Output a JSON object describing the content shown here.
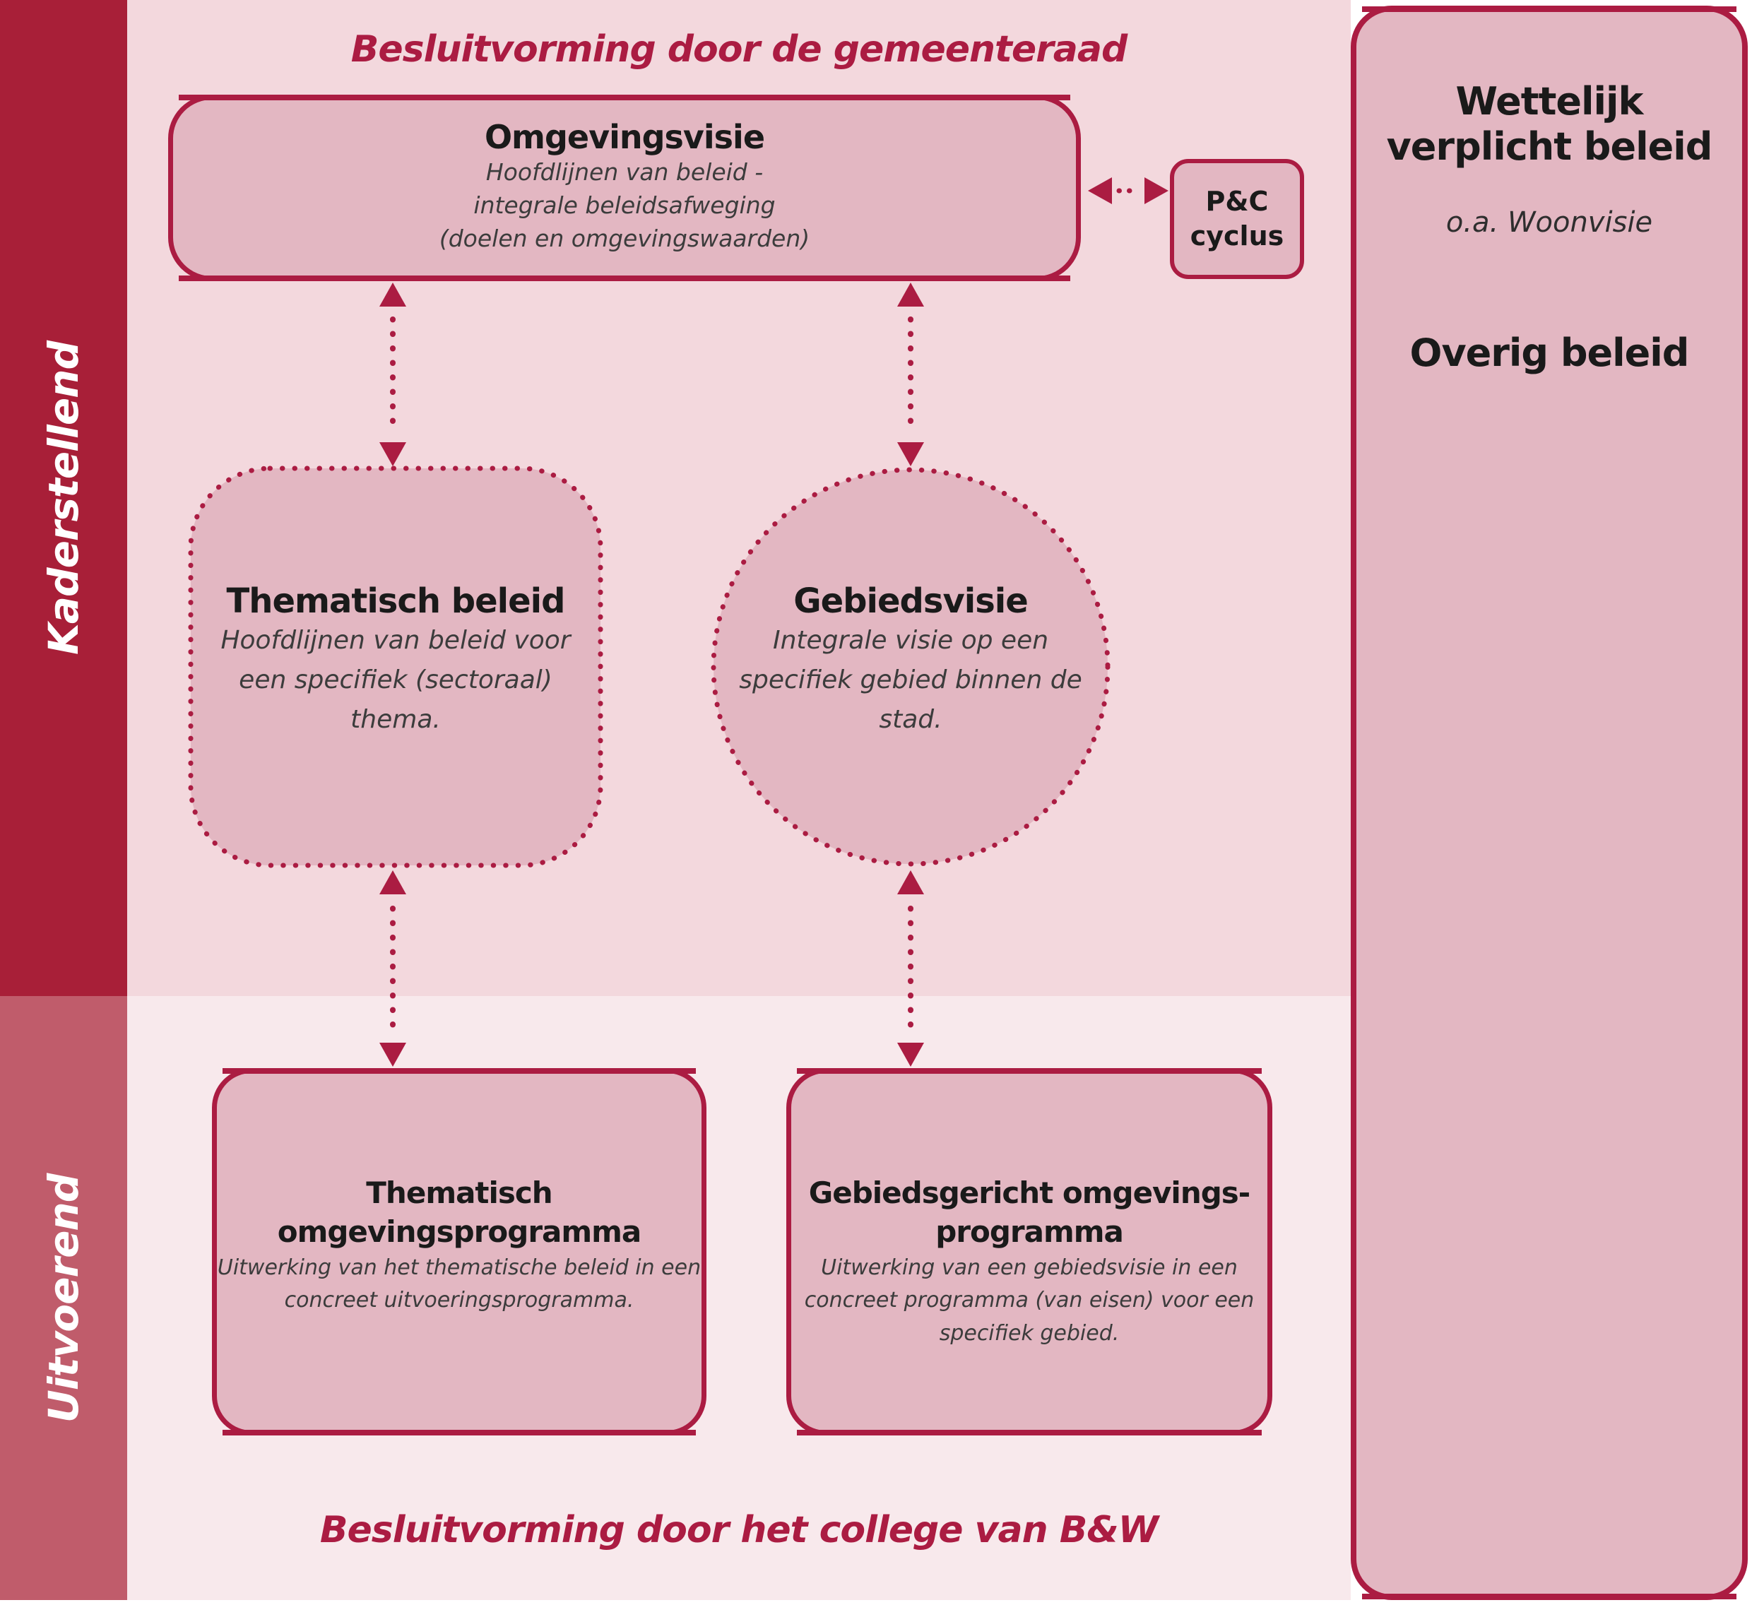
{
  "colors": {
    "accent": "#ab1c42",
    "kaderstellend_band": "#a81f38",
    "uitvoerend_band": "#c05c6b",
    "background_top": "#f3d8dd",
    "background_bottom": "#f8e9ec",
    "shape_fill": "#e3b7c2",
    "text": "#1a1a1a",
    "subtext": "#3c3c3c"
  },
  "sidebar": {
    "kaderstellend": "Kaderstellend",
    "uitvoerend": "Uitvoerend"
  },
  "titles": {
    "top": "Besluitvorming door de gemeenteraad",
    "bottom": "Besluitvorming door het college van B&W"
  },
  "omgevingsvisie": {
    "title": "Omgevingsvisie",
    "lines": [
      "Hoofdlijnen van beleid -",
      "integrale beleidsafweging",
      "(doelen en omgevingswaarden)"
    ]
  },
  "pc_cyclus": {
    "lines": [
      "P&C",
      "cyclus"
    ]
  },
  "thematisch_beleid": {
    "title": "Thematisch beleid",
    "lines": [
      "Hoofdlijnen van beleid voor",
      "een specifiek (sectoraal)",
      "thema."
    ]
  },
  "gebiedsvisie": {
    "title": "Gebiedsvisie",
    "lines": [
      "Integrale visie op een",
      "specifiek gebied binnen de",
      "stad."
    ]
  },
  "thematisch_programma": {
    "title_lines": [
      "Thematisch",
      "omgevingsprogramma"
    ],
    "lines": [
      "Uitwerking van het thematische beleid in een",
      "concreet uitvoeringsprogramma."
    ]
  },
  "gebiedsgericht_programma": {
    "title_lines": [
      "Gebiedsgericht omgevings-",
      "programma"
    ],
    "lines": [
      "Uitwerking van een gebiedsvisie in een",
      "concreet programma (van eisen) voor een",
      "specifiek gebied."
    ]
  },
  "right_panel": {
    "wettelijk": "Wettelijk verplicht beleid",
    "wettelijk_sub": "o.a. Woonvisie",
    "overig": "Overig beleid"
  }
}
